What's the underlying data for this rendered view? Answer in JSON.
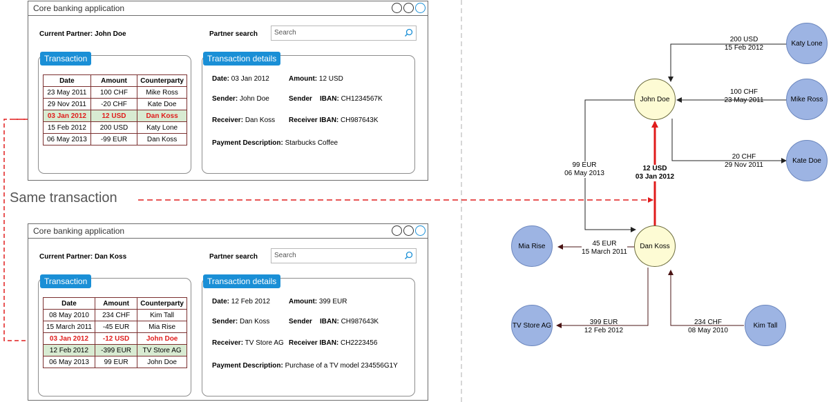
{
  "windows": [
    {
      "title": "Core banking application",
      "current_partner": "Current Partner: John Doe",
      "partner_search_label": "Partner search",
      "search_placeholder": "Search",
      "transaction_tab": "Transaction",
      "details_tab": "Transaction details",
      "table_headers": [
        "Date",
        "Amount",
        "Counterparty"
      ],
      "rows": [
        {
          "date": "23 May 2011",
          "amount": "100 CHF",
          "counterparty": "Mike Ross"
        },
        {
          "date": "29 Nov 2011",
          "amount": "-20 CHF",
          "counterparty": "Kate Doe"
        },
        {
          "date": "03 Jan 2012",
          "amount": "12 USD",
          "counterparty": "Dan Koss"
        },
        {
          "date": "15 Feb 2012",
          "amount": "200 USD",
          "counterparty": "Katy Lone"
        },
        {
          "date": "06 May 2013",
          "amount": "-99 EUR",
          "counterparty": "Dan Koss"
        }
      ],
      "details": {
        "date_label": "Date:",
        "date_value": "03 Jan 2012",
        "amount_label": "Amount:",
        "amount_value": "12 USD",
        "sender_label": "Sender:",
        "sender_value": "John Doe",
        "sender_iban_label": "Sender    IBAN:",
        "sender_iban_value": "CH1234567K",
        "receiver_label": "Receiver:",
        "receiver_value": "Dan Koss",
        "receiver_iban_label": "Receiver IBAN:",
        "receiver_iban_value": "CH987643K",
        "desc_label": "Payment Description:",
        "desc_value": "Starbucks Coffee"
      }
    },
    {
      "title": "Core banking application",
      "current_partner": "Current Partner: Dan Koss",
      "partner_search_label": "Partner search",
      "search_placeholder": "Search",
      "transaction_tab": "Transaction",
      "details_tab": "Transaction details",
      "table_headers": [
        "Date",
        "Amount",
        "Counterparty"
      ],
      "rows": [
        {
          "date": "08 May 2010",
          "amount": "234 CHF",
          "counterparty": "Kim Tall"
        },
        {
          "date": "15 March 2011",
          "amount": "-45 EUR",
          "counterparty": "Mia Rise"
        },
        {
          "date": "03 Jan 2012",
          "amount": "-12 USD",
          "counterparty": "John Doe"
        },
        {
          "date": "12 Feb 2012",
          "amount": "-399 EUR",
          "counterparty": "TV Store AG"
        },
        {
          "date": "06 May 2013",
          "amount": "99 EUR",
          "counterparty": "John Doe"
        }
      ],
      "details": {
        "date_label": "Date:",
        "date_value": "12 Feb 2012",
        "amount_label": "Amount:",
        "amount_value": "399 EUR",
        "sender_label": "Sender:",
        "sender_value": "Dan Koss",
        "sender_iban_label": "Sender    IBAN:",
        "sender_iban_value": "CH987643K",
        "receiver_label": "Receiver:",
        "receiver_value": "TV Store AG",
        "receiver_iban_label": "Receiver IBAN:",
        "receiver_iban_value": "CH2223456",
        "desc_label": "Payment Description:",
        "desc_value": "Purchase of a TV model 234556G1Y"
      }
    }
  ],
  "same_transaction_label": "Same transaction",
  "graph": {
    "nodes": {
      "john": "John Doe",
      "dan": "Dan Koss",
      "katy": "Katy Lone",
      "mike": "Mike Ross",
      "kate": "Kate Doe",
      "mia": "Mia Rise",
      "tv": "TV Store AG",
      "kim": "Kim Tall"
    },
    "edges": {
      "katy_john": [
        "200 USD",
        "15 Feb 2012"
      ],
      "mike_john": [
        "100 CHF",
        "23 May 2011"
      ],
      "john_kate": [
        "20 CHF",
        "29 Nov 2011"
      ],
      "dan_john": [
        "12 USD",
        "03 Jan 2012"
      ],
      "john_dan": [
        "99 EUR",
        "06 May 2013"
      ],
      "dan_mia": [
        "45 EUR",
        "15 March 2011"
      ],
      "dan_tv": [
        "399 EUR",
        "12 Feb 2012"
      ],
      "kim_dan": [
        "234 CHF",
        "08 May 2010"
      ]
    }
  },
  "colors": {
    "accent": "#1a8fd6",
    "highlight_red": "#e01b1b",
    "highlight_green": "#d8ebd2",
    "node_blue": "#9db4e3",
    "node_yellow": "#fdfbd4"
  }
}
